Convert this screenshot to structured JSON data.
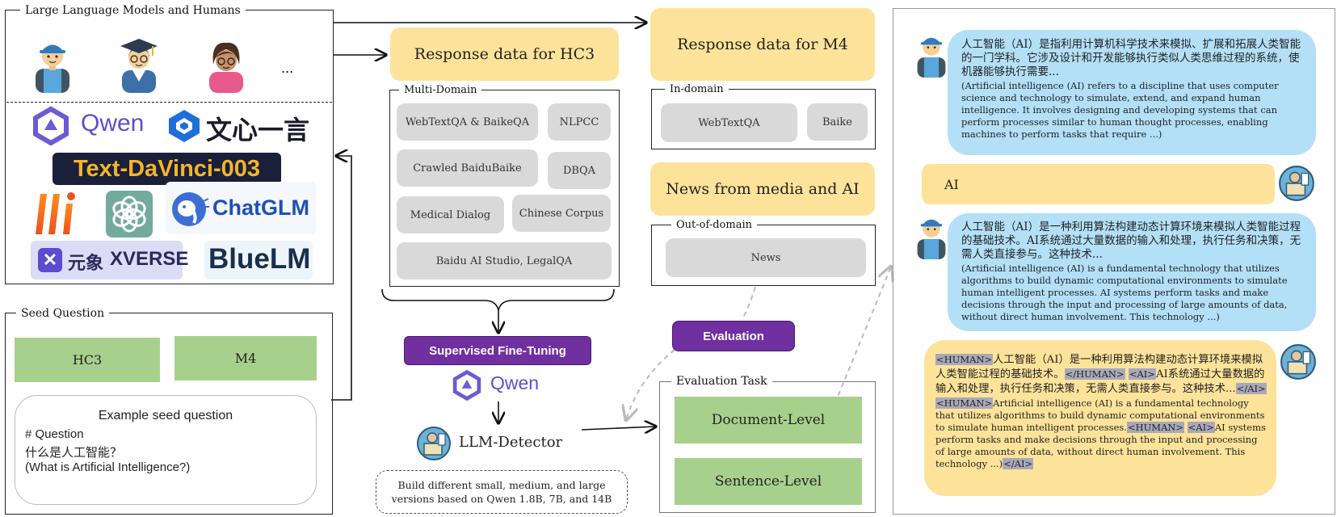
{
  "llm_panel": {
    "title": "Large Language Models and Humans",
    "ellipsis": "...",
    "logos": {
      "qwen": "Qwen",
      "wenxin": "文心一言",
      "davinci": "Text-DaVinci-003",
      "chatglm": "ChatGLM",
      "xverse_cn": "元象",
      "xverse": "XVERSE",
      "bluelm": "BlueLM"
    }
  },
  "seed_panel": {
    "title": "Seed Question",
    "hc3": "HC3",
    "m4": "M4",
    "example_title": "Example seed question",
    "example_line1": "# Question",
    "example_line2": "什么是人工智能？",
    "example_line3": "(What is Artificial Intelligence?)"
  },
  "hc3": {
    "title": "Response data for HC3",
    "group_label": "Multi-Domain",
    "items": [
      "WebTextQA & BaikeQA",
      "NLPCC",
      "Crawled BaiduBaike",
      "DBQA",
      "Medical Dialog",
      "Chinese Corpus",
      "Baidu AI Studio, LegalQA"
    ]
  },
  "m4": {
    "title": "Response data for M4",
    "group_label": "In-domain",
    "items": [
      "WebTextQA",
      "Baike"
    ]
  },
  "news": {
    "title": "News from media and AI",
    "group_label": "Out-of-domain",
    "item": "News"
  },
  "training": {
    "sft": "Supervised Fine-Tuning",
    "qwen": "Qwen",
    "detector": "LLM-Detector",
    "note_line1": "Build different small, medium, and large",
    "note_line2": "versions based on Qwen 1.8B, 7B, and 14B"
  },
  "evaluation": {
    "button": "Evaluation",
    "task_label": "Evaluation Task",
    "doc": "Document-Level",
    "sent": "Sentence-Level"
  },
  "chat": {
    "msg1_cn": "人工智能（AI）是指利用计算机科学技术来模拟、扩展和拓展人类智能的一门学科。它涉及设计和开发能够执行类似人类思维过程的系统，使机器能够执行需要...",
    "msg1_en": "(Artificial intelligence (AI) refers to a discipline that uses computer science and technology to simulate, extend, and expand human intelligence. It involves designing and developing systems that can perform processes similar to human thought processes, enabling machines to perform tasks that require ...)",
    "reply1": "AI",
    "msg2_cn": "人工智能（AI）是一种利用算法构建动态计算环境来模拟人类智能过程的基础技术。AI系统通过大量数据的输入和处理，执行任务和决策，无需人类直接参与。这种技术...",
    "msg2_en": "(Artificial intelligence (AI) is a fundamental technology that utilizes algorithms to build dynamic computational environments to simulate human intelligent processes. AI systems perform tasks and make decisions through the input and processing of large amounts of data, without direct human involvement. This technology ...)",
    "reply2": {
      "t_human": "<HUMAN>",
      "t_human_end": "</HUMAN>",
      "t_ai": "<AI>",
      "t_ai_end": "</AI>",
      "cn1": "人工智能（AI）是一种利用算法构建动态计算环境来模拟人类智能过程的基础技术。",
      "cn2": "AI系统通过大量数据的输入和处理，执行任务和决策，无需人类直接参与。这种技术...",
      "en1": "Artificial intelligence (AI) is a fundamental technology that utilizes algorithms to build dynamic computational environments to simulate human intelligent processes.",
      "en2": "AI systems perform tasks and make decisions through the input and processing of large amounts of data, without direct human involvement. This technology ...)"
    }
  }
}
